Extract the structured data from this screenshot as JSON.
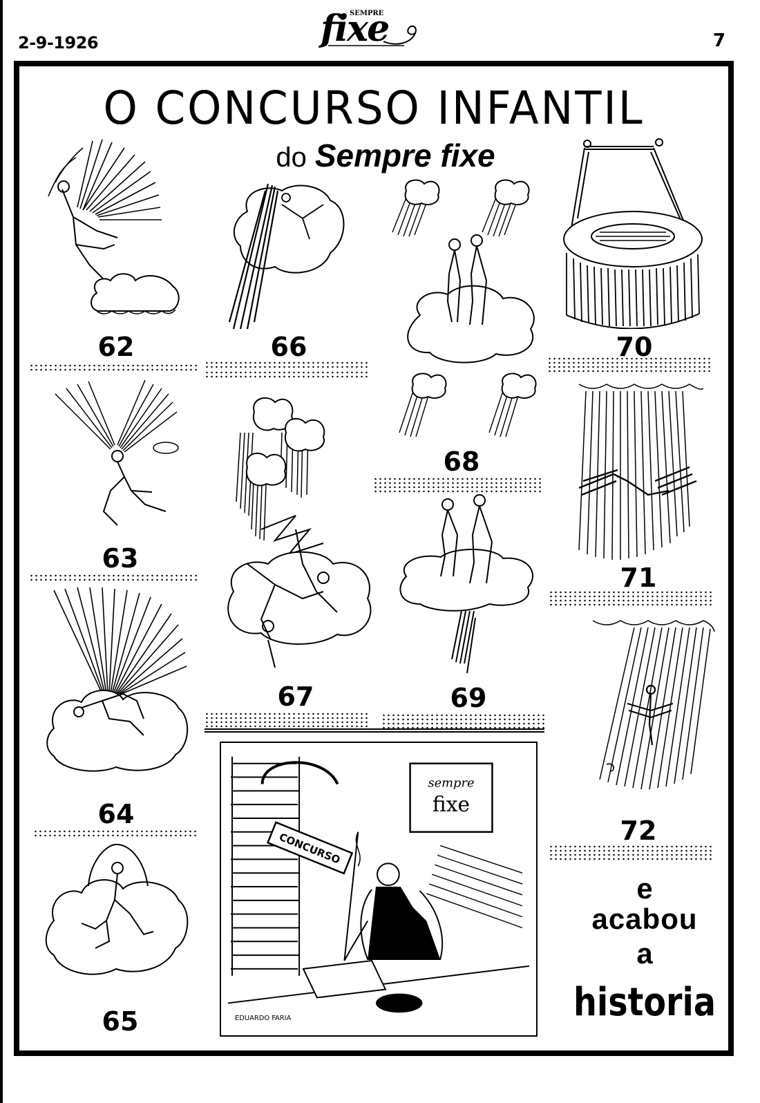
{
  "header": {
    "date": "2-9-1926",
    "logo_small": "SEMPRE",
    "logo_main": "fixe",
    "page_number": "7"
  },
  "title": "O CONCURSO INFANTIL",
  "subtitle": {
    "prefix": "do",
    "brand": "Sempre fixe"
  },
  "panels": [
    {
      "id": "62",
      "label": "62"
    },
    {
      "id": "63",
      "label": "63"
    },
    {
      "id": "64",
      "label": "64"
    },
    {
      "id": "65",
      "label": "65"
    },
    {
      "id": "66",
      "label": "66"
    },
    {
      "id": "67",
      "label": "67"
    },
    {
      "id": "68",
      "label": "68"
    },
    {
      "id": "69",
      "label": "69"
    },
    {
      "id": "70",
      "label": "70"
    },
    {
      "id": "71",
      "label": "71"
    },
    {
      "id": "72",
      "label": "72"
    }
  ],
  "final_panel": {
    "sign_line1": "sempre",
    "sign_line2": "fixe",
    "seal_text": "CONCURSO",
    "artist_signature": "EDUARDO FARIA"
  },
  "ending": {
    "line1": "e",
    "line2": "acabou",
    "line3": "a",
    "line4": "historia"
  }
}
